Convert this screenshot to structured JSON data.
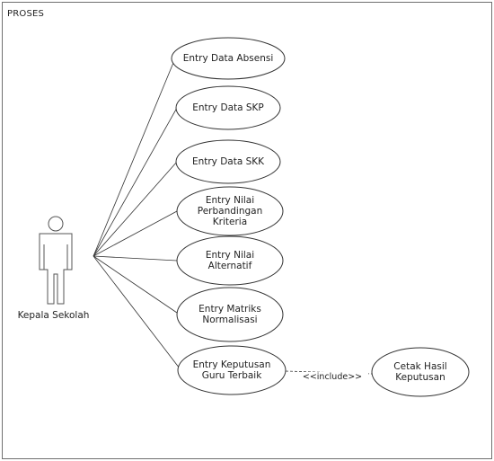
{
  "diagram": {
    "frame_title": "PROSES",
    "actor": {
      "label": "Kepala Sekolah",
      "icon": "stick-figure-icon"
    },
    "use_cases": [
      {
        "id": "uc1",
        "label": "Entry Data Absensi"
      },
      {
        "id": "uc2",
        "label": "Entry Data SKP"
      },
      {
        "id": "uc3",
        "label": "Entry Data SKK"
      },
      {
        "id": "uc4",
        "label": "Entry Nilai\nPerbandingan\nKriteria"
      },
      {
        "id": "uc5",
        "label": "Entry Nilai\nAlternatif"
      },
      {
        "id": "uc6",
        "label": "Entry Matriks\nNormalisasi"
      },
      {
        "id": "uc7",
        "label": "Entry Keputusan\nGuru Terbaik"
      },
      {
        "id": "uc8",
        "label": "Cetak Hasil\nKeputusan"
      }
    ],
    "include_label": "<<include>>"
  }
}
